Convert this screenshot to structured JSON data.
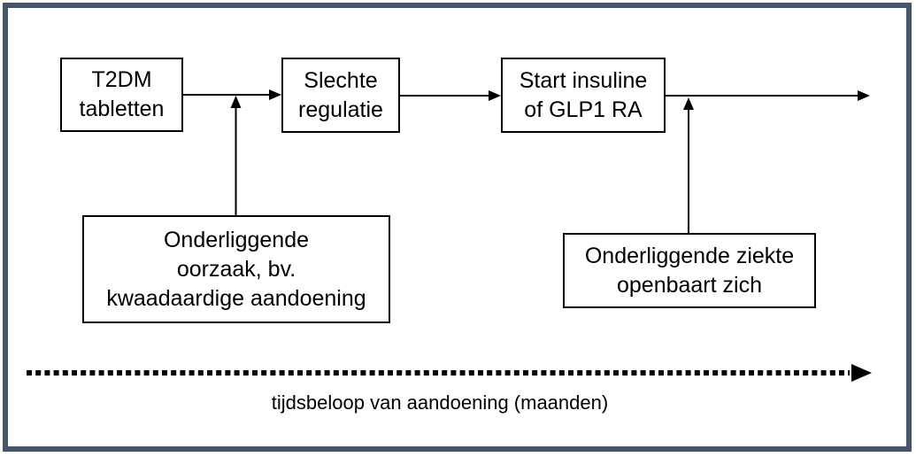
{
  "diagram": {
    "type": "flowchart",
    "boxes": {
      "t2dm_tabletten": {
        "label": "T2DM tabletten",
        "lines": [
          "T2DM",
          "tabletten"
        ]
      },
      "slechte_regulatie": {
        "label": "Slechte regulatie",
        "lines": [
          "Slechte",
          "regulatie"
        ]
      },
      "start_insuline": {
        "label": "Start insuline of GLP1 RA",
        "lines": [
          "Start insuline",
          "of GLP1 RA"
        ]
      },
      "onderliggende_oorzaak": {
        "label": "Onderliggende oorzaak, bv. kwaadaardige aandoening",
        "lines": [
          "Onderliggende",
          "oorzaak, bv.",
          "kwaadaardige aandoening"
        ]
      },
      "onderliggende_ziekte": {
        "label": "Onderliggende ziekte openbaart zich",
        "lines": [
          "Onderliggende ziekte",
          "openbaart zich"
        ]
      }
    },
    "connections": [
      {
        "from": "t2dm_tabletten",
        "to": "slechte_regulatie",
        "style": "solid-arrow-right"
      },
      {
        "from": "slechte_regulatie",
        "to": "start_insuline",
        "style": "solid-arrow-right"
      },
      {
        "from": "start_insuline",
        "to": "right-edge",
        "style": "solid-arrow-right"
      },
      {
        "from": "onderliggende_oorzaak",
        "to": "flow-line",
        "style": "solid-arrow-up"
      },
      {
        "from": "onderliggende_ziekte",
        "to": "flow-line",
        "style": "solid-arrow-up"
      }
    ],
    "timeline_label": "tijdsbeloop van aandoening (maanden)",
    "timeline_style": "dotted-arrow-right",
    "colors": {
      "frame_border": "#475569",
      "line": "#000000",
      "box_background": "#ffffff",
      "page_background": "#ffffff"
    }
  }
}
